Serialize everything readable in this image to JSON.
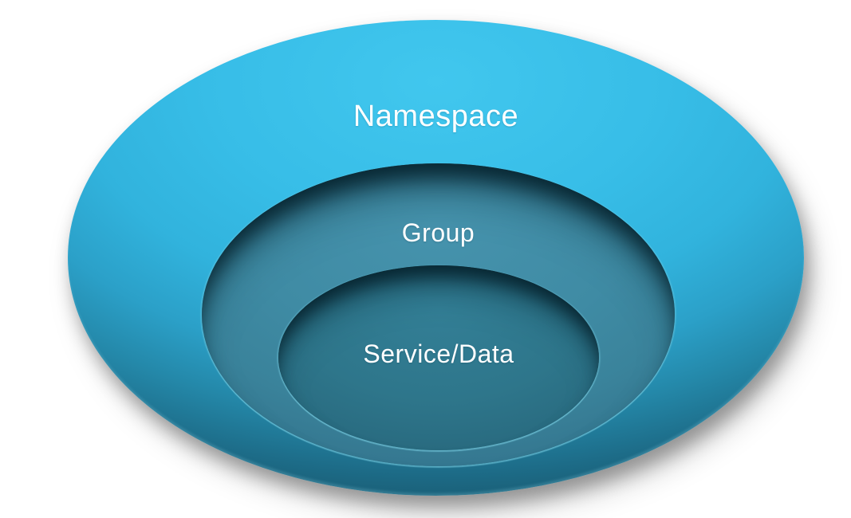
{
  "diagram": {
    "type": "nested-ellipses",
    "background_color": "#ffffff",
    "text_color": "#ffffff",
    "rings": [
      {
        "id": "namespace",
        "label": "Namespace",
        "level": 1,
        "fill_top": "#3bc2ea",
        "fill_edge": "#143f4e"
      },
      {
        "id": "group",
        "label": "Group",
        "level": 2,
        "fill_top": "#3f8ba4",
        "fill_bottom": "#2d6a80"
      },
      {
        "id": "service-data",
        "label": "Service/Data",
        "level": 3,
        "fill_top": "#2e768b",
        "fill_bottom": "#215868"
      }
    ],
    "rim_highlight_color": "#7dd4e8",
    "inset_shadow_color": "#0a2d3a"
  }
}
